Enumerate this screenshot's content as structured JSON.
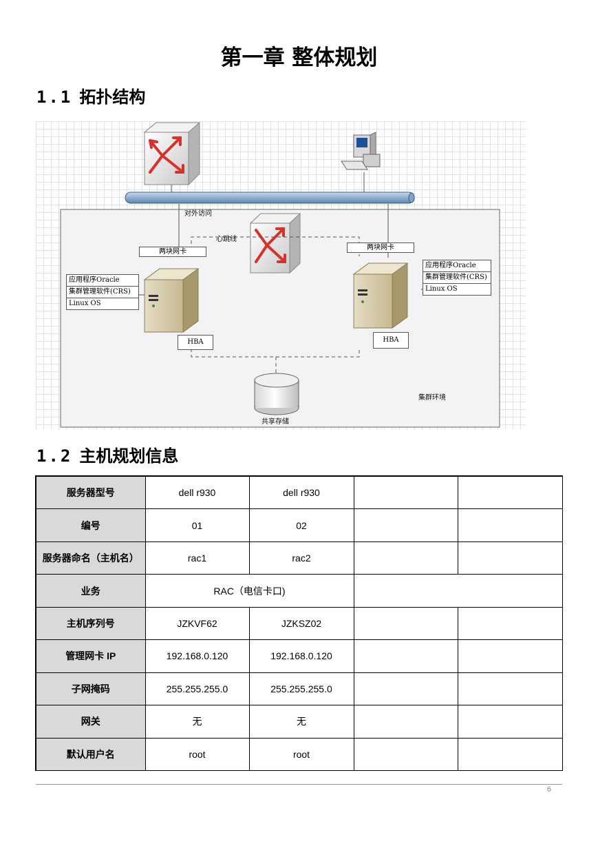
{
  "chapter_title": "第一章 整体规划",
  "sections": [
    {
      "number": "1.1",
      "title": "拓扑结构"
    },
    {
      "number": "1.2",
      "title": "主机规划信息"
    }
  ],
  "diagram": {
    "labels": {
      "external_access": "对外访问",
      "heartbeat": "心跳线",
      "nic_left": "两块网卡",
      "nic_right": "两块网卡",
      "hba_left": "HBA",
      "hba_right": "HBA",
      "shared_storage": "共享存储",
      "cluster_env": "集群环境"
    },
    "stack_left": [
      "应用程序Oracle",
      "集群管理软件(CRS)",
      "Linux OS"
    ],
    "stack_right": [
      "应用程序Oracle",
      "集群管理软件(CRS)",
      "Linux OS"
    ]
  },
  "host_table": {
    "rows": [
      {
        "label": "服务器型号",
        "c1": "dell r930",
        "c2": "dell r930",
        "c3": "",
        "c4": ""
      },
      {
        "label": "编号",
        "c1": "01",
        "c2": "02",
        "c3": "",
        "c4": ""
      },
      {
        "label": "服务器命名（主机名）",
        "c1": "rac1",
        "c2": "rac2",
        "c3": "",
        "c4": ""
      },
      {
        "label": "业务",
        "merged": "RAC（电信卡口)",
        "c34": ""
      },
      {
        "label": "主机序列号",
        "c1": "JZKVF62",
        "c2": "JZKSZ02",
        "c3": "",
        "c4": ""
      },
      {
        "label": "管理网卡 IP",
        "c1": "192.168.0.120",
        "c2": "192.168.0.120",
        "c3": "",
        "c4": ""
      },
      {
        "label": "子网掩码",
        "c1": "255.255.255.0",
        "c2": "255.255.255.0",
        "c3": "",
        "c4": ""
      },
      {
        "label": "网关",
        "c1": "无",
        "c2": "无",
        "c3": "",
        "c4": ""
      },
      {
        "label": "默认用户名",
        "c1": "root",
        "c2": "root",
        "c3": "",
        "c4": ""
      }
    ]
  },
  "page_number": "6"
}
